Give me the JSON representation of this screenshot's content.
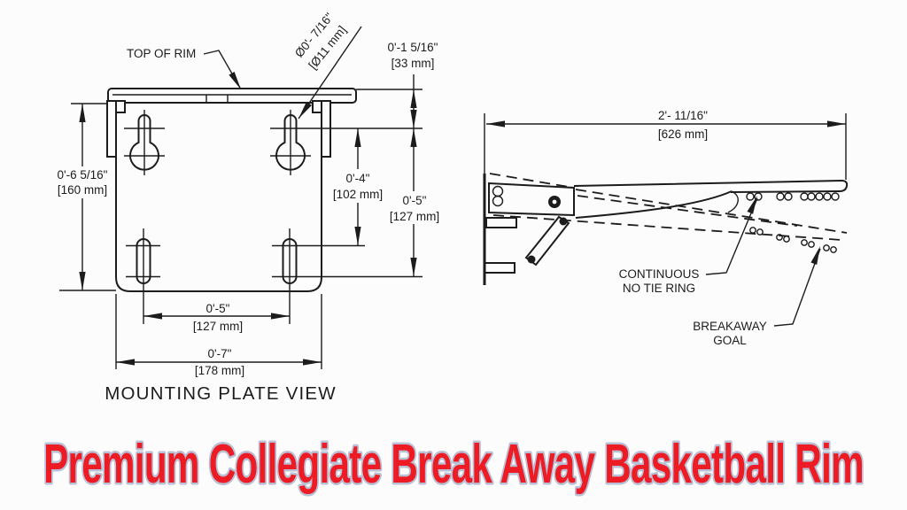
{
  "product": {
    "title": "Premium Collegiate Break Away Basketball Rim"
  },
  "plate_view": {
    "caption": "MOUNTING PLATE VIEW",
    "top_of_rim_label": "TOP OF RIM",
    "hole_diameter": {
      "imperial": "Ø0'- 7/16\"",
      "metric": "[Ø11 mm]"
    },
    "dims": {
      "plate_height": {
        "imperial": "0'-6 5/16\"",
        "metric": "[160 mm]"
      },
      "rim_to_hole": {
        "imperial": "0'-1 5/16\"",
        "metric": "[33 mm]"
      },
      "hole_to_slot": {
        "imperial": "0'-4\"",
        "metric": "[102 mm]"
      },
      "hole_to_slot_end": {
        "imperial": "0'-5\"",
        "metric": "[127 mm]"
      },
      "slot_spacing": {
        "imperial": "0'-5\"",
        "metric": "[127 mm]"
      },
      "plate_width": {
        "imperial": "0'-7\"",
        "metric": "[178 mm]"
      }
    }
  },
  "side_view": {
    "dims": {
      "extension": {
        "imperial": "2'- 11/16\"",
        "metric": "[626 mm]"
      }
    },
    "labels": {
      "continuous": [
        "CONTINUOUS",
        "NO TIE RING"
      ],
      "breakaway": [
        "BREAKAWAY",
        "GOAL"
      ]
    }
  },
  "colors": {
    "ink": "#1c1c1c",
    "title_fill": "#ed1c24",
    "title_outline": "#b9c0d6",
    "background": "#fcfcfc"
  }
}
